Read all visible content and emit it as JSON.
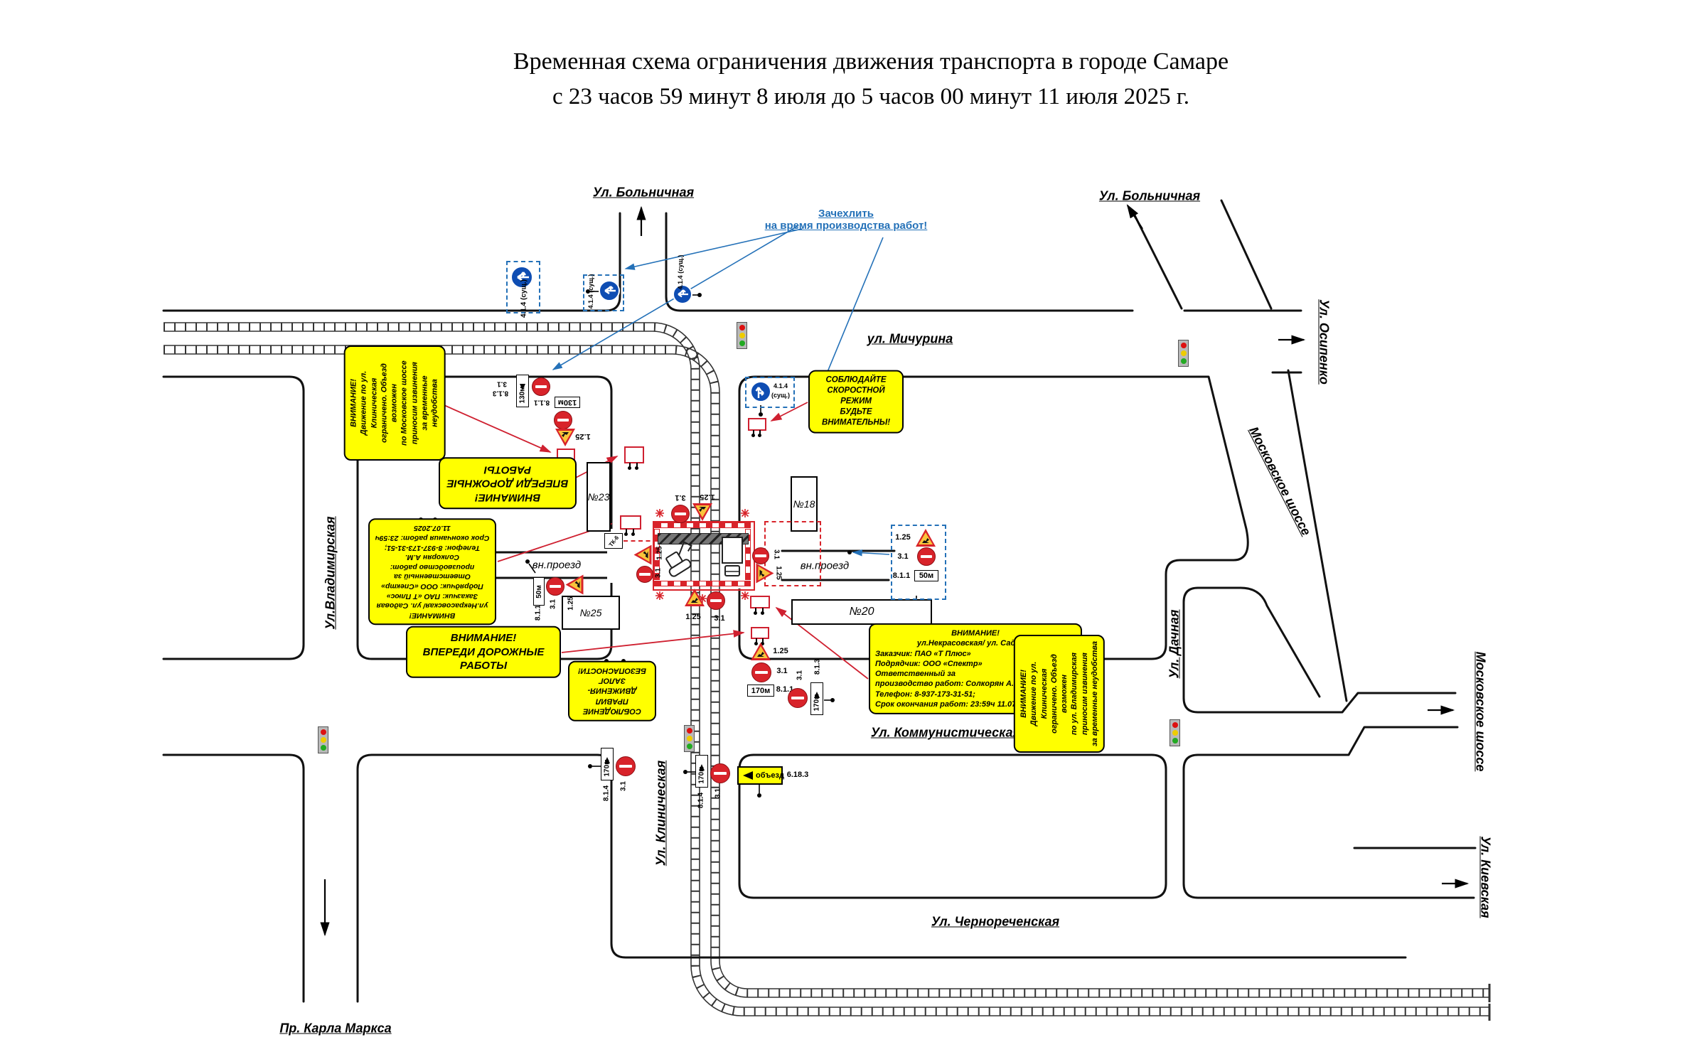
{
  "title": {
    "line1": "Временная схема ограничения движения транспорта в городе Самаре",
    "line2": "с 23 часов 59 минут 8 июля до 5 часов 00 минут 11 июля 2025 г."
  },
  "streets": {
    "bolnichnaya": "Ул. Больничная",
    "bolnichnaya2": "Ул. Больничная",
    "michurina": "ул. Мичурина",
    "osipenko": "Ул. Осипенко",
    "mosk_shosse_diag": "Московское шоссе",
    "mosk_shosse_right": "Московское шоссе",
    "vladimirskaya": "Ул.Владимирская",
    "klinicheskaya": "Ул. Клиническая",
    "dachnaya": "Ул. Дачная",
    "kommunisticheskaya": "Ул. Коммунистическая",
    "chernorechenskaya": "Ул. Чернореченская",
    "kievskaya": "Ул. Киевская",
    "karl_marks": "Пр. Карла Маркса",
    "vn_proezd_west": "вн.проезд",
    "vn_proezd_east": "вн.проезд"
  },
  "notes": {
    "cover_line1": "Зачехлить",
    "cover_line2": "на время производства работ!"
  },
  "boxes": {
    "attention": "ВНИМАНИЕ!",
    "roadworks": "ВПЕРЕДИ ДОРОЖНЫЕ РАБОТЫ",
    "speed_l1": "СОБЛЮДАЙТЕ",
    "speed_l2": "СКОРОСТНОЙ РЕЖИМ",
    "speed_l3": "БУДЬТЕ ВНИМАТЕЛЬНЫ!",
    "rules_l1": "СОБЛЮДЕНИЕ",
    "rules_l2": "ПРАВИЛ ДВИЖЕНИЯ-",
    "rules_l3": "ЗАЛОГ БЕЗОПАСНОСТИ!",
    "klin_left": {
      "l1": "ВНИМАНИЕ!",
      "l2": "Движение по ул. Клиническая",
      "l3": "ограничено. Объезд возможен",
      "l4": "по Московское шоссе",
      "l5": "приносим извинения",
      "l6": "за временные неудобства"
    },
    "klin_right": {
      "l1": "ВНИМАНИЕ!",
      "l2": "Движение по ул. Клиническая",
      "l3": "ограничено. Объезд возможен",
      "l4": "по ул. Владимирская",
      "l5": "приносим извинения",
      "l6": "за временные неудобства"
    },
    "info": {
      "l1": "ВНИМАНИЕ!",
      "l2": "ул.Некрасовская/ ул. Садовая",
      "l3": "Заказчик: ПАО «Т Плюс»",
      "l4": "Подрядчик: ООО «Спектр»",
      "l5": "Ответственный за",
      "l6": "производство работ: Солкорян А.М.",
      "l7": "Телефон: 8-937-173-31-51;",
      "l8": "Срок окончания работ: 23:59ч 11.07.2025"
    }
  },
  "labels": {
    "s31": "3.1",
    "s125": "1.25",
    "s811": "8.1.1",
    "s813": "8.1.3",
    "s814": "8.1.4",
    "s414": "4.1.4",
    "sushch": "(сущ.)",
    "s6183": "6.18.3",
    "m50": "50м",
    "m130": "130м",
    "m170": "170м",
    "detour": "объезд",
    "tk6": "ТК-6"
  },
  "buildings": {
    "b18": "№18",
    "b20": "№20",
    "b23": "№23",
    "b25": "№25"
  }
}
